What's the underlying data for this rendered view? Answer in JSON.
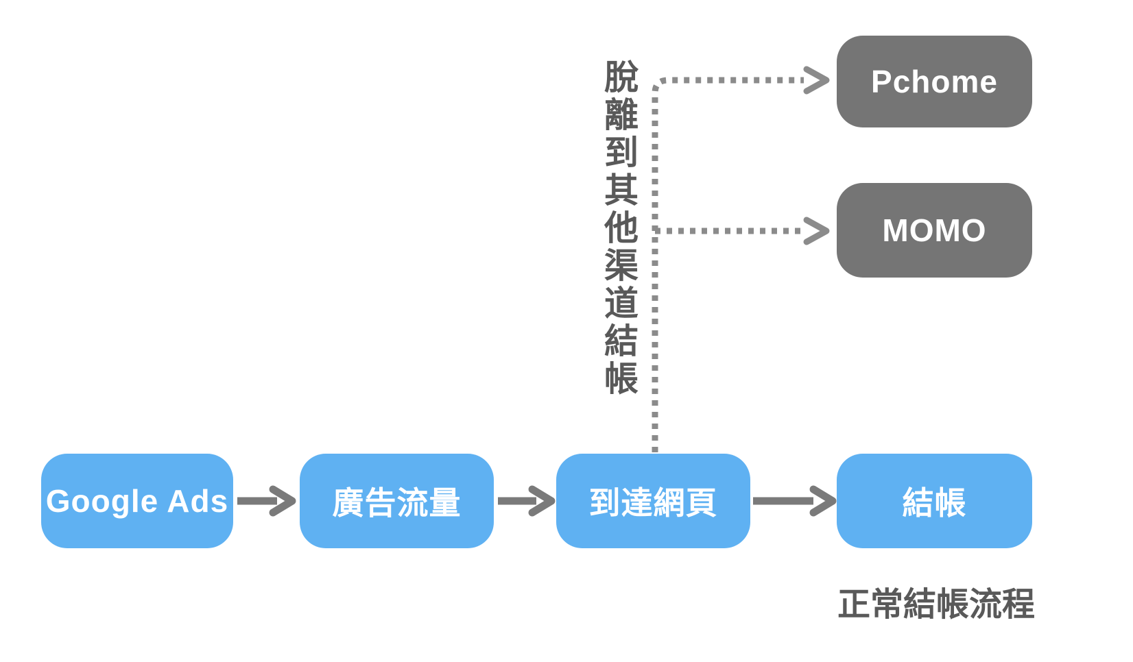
{
  "diagram": {
    "colors": {
      "canvas_bg": "#ffffff",
      "primary_blue": "#5fb1f2",
      "gray_box": "#757575",
      "arrow_gray": "#7a7a7a",
      "dotted_gray": "#8b8b8b",
      "label_gray": "#595959",
      "box_text": "#ffffff"
    },
    "main_flow": [
      {
        "id": "google-ads",
        "label": "Google Ads"
      },
      {
        "id": "ad-traffic",
        "label": "廣告流量"
      },
      {
        "id": "landing-page",
        "label": "到達網頁"
      },
      {
        "id": "checkout",
        "label": "結帳"
      }
    ],
    "external_channels": [
      {
        "id": "pchome",
        "label": "Pchome"
      },
      {
        "id": "momo",
        "label": "MOMO"
      }
    ],
    "annotations": {
      "leave_channel_label": "脫離到其他渠道結帳",
      "normal_flow_label": "正常結帳流程"
    }
  }
}
